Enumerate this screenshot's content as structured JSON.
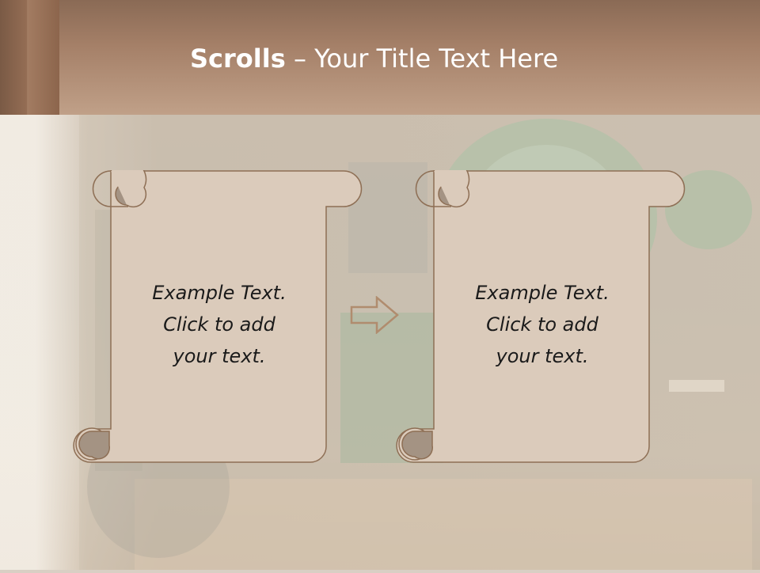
{
  "title": {
    "bold": "Scrolls",
    "rest": " – Your Title Text Here"
  },
  "scrolls": [
    {
      "line1": "Example  Text.",
      "line2": "Click  to add",
      "line3": "your text."
    },
    {
      "line1": "Example  Text.",
      "line2": "Click  to add",
      "line3": "your text."
    }
  ],
  "colors": {
    "scroll_fill": "#dbcbbb",
    "scroll_stroke": "#8e6f55",
    "header": "#a58068"
  }
}
